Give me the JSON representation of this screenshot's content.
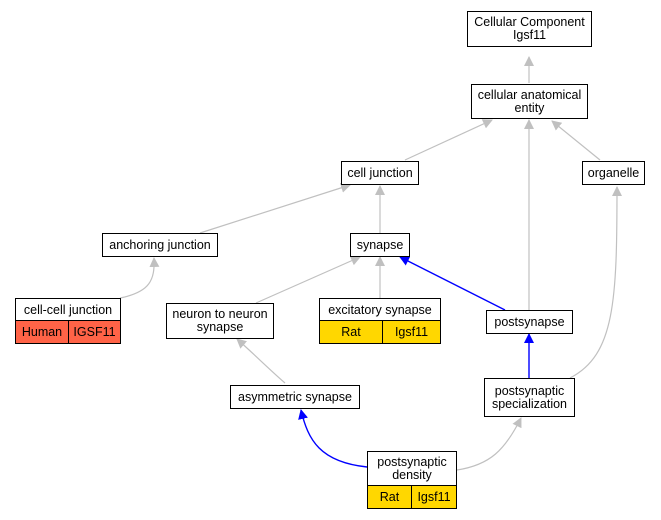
{
  "colors": {
    "gray_edge": "#c0c0c0",
    "blue_edge": "#0000ff",
    "human": "#ff6347",
    "rat": "#ffd700"
  },
  "nodes": {
    "root": {
      "line1": "Cellular Component",
      "line2": "Igsf11"
    },
    "cellular_anatomical_entity": {
      "line1": "cellular anatomical",
      "line2": "entity"
    },
    "cell_junction": {
      "label": "cell junction"
    },
    "organelle": {
      "label": "organelle"
    },
    "anchoring_junction": {
      "label": "anchoring junction"
    },
    "synapse": {
      "label": "synapse"
    },
    "cell_cell_junction": {
      "label": "cell-cell junction",
      "species": "Human",
      "gene": "IGSF11"
    },
    "neuron_to_neuron_synapse": {
      "line1": "neuron to neuron",
      "line2": "synapse"
    },
    "excitatory_synapse": {
      "label": "excitatory synapse",
      "species": "Rat",
      "gene": "Igsf11"
    },
    "postsynapse": {
      "label": "postsynapse"
    },
    "asymmetric_synapse": {
      "label": "asymmetric synapse"
    },
    "postsynaptic_specialization": {
      "line1": "postsynaptic",
      "line2": "specialization"
    },
    "postsynaptic_density": {
      "line1": "postsynaptic",
      "line2": "density",
      "species": "Rat",
      "gene": "Igsf11"
    }
  }
}
